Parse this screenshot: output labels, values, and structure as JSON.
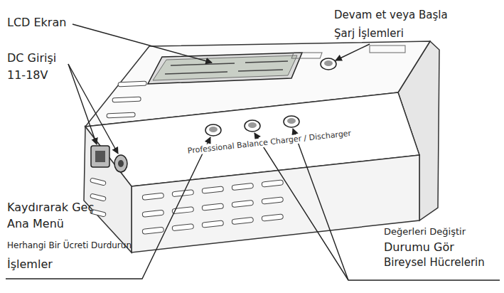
{
  "diagram": {
    "labels": [
      "LCD Ekran",
      "DC Girişi",
      "11-18V",
      "Devam et veya Başla",
      "Şarj İşlemleri",
      "Kaydırarak Geç",
      "Ana Menü",
      "Herhangi Bir Ücreti Durdurun",
      "İşlemler",
      "Değerleri Değiştir",
      "Durumu Gör",
      "Bireysel Hücrelerin",
      "Professional Balance Charger / Discharger"
    ]
  }
}
